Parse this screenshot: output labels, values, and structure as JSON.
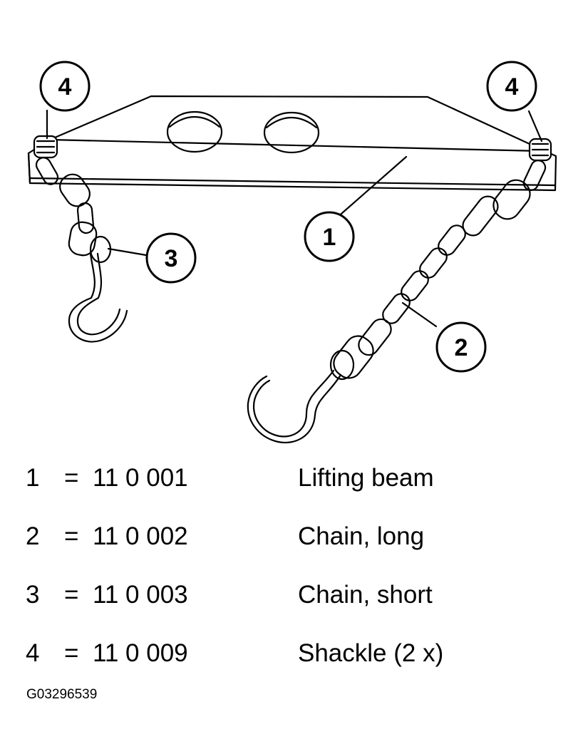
{
  "callouts": [
    {
      "id": "c1",
      "label": "1"
    },
    {
      "id": "c2",
      "label": "2"
    },
    {
      "id": "c3",
      "label": "3"
    },
    {
      "id": "c4a",
      "label": "4"
    },
    {
      "id": "c4b",
      "label": "4"
    }
  ],
  "legend": [
    {
      "num": "1",
      "eq": "=",
      "part": "11 0 001",
      "desc": "Lifting beam"
    },
    {
      "num": "2",
      "eq": "=",
      "part": "11 0 002",
      "desc": "Chain, long"
    },
    {
      "num": "3",
      "eq": "=",
      "part": "11 0 003",
      "desc": "Chain, short"
    },
    {
      "num": "4",
      "eq": "=",
      "part": "11 0 009",
      "desc": "Shackle (2 x)"
    }
  ],
  "figure_id": "G03296539"
}
